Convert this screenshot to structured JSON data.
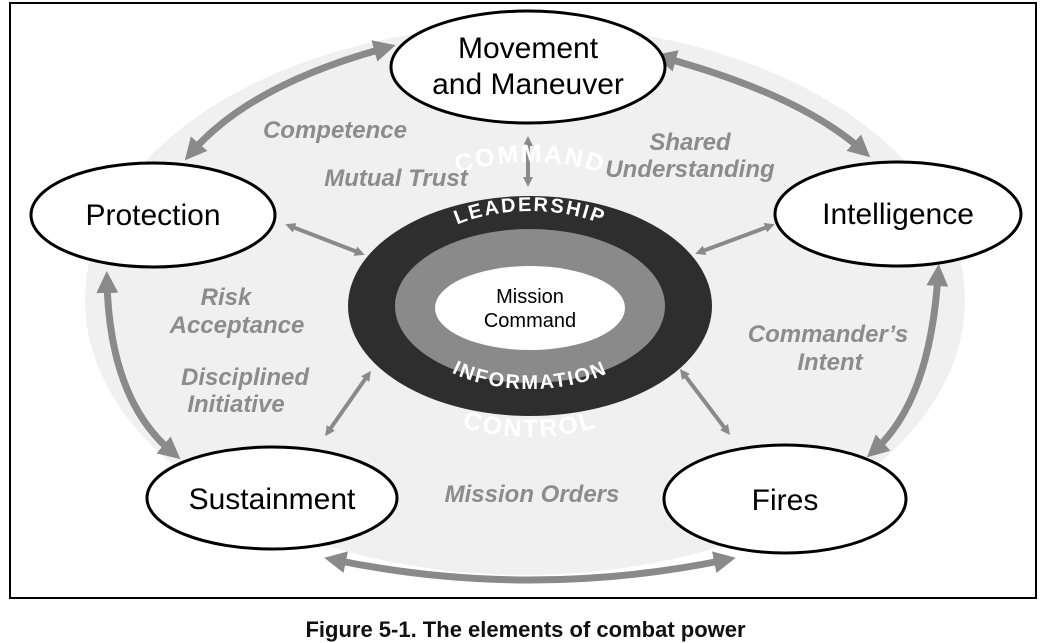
{
  "nodes": {
    "top_line1": "Movement",
    "top_line2": "and Maneuver",
    "left": "Protection",
    "right": "Intelligence",
    "bottom_left": "Sustainment",
    "bottom_right": "Fires"
  },
  "center": {
    "outer_top": "COMMAND",
    "outer_bottom": "CONTROL",
    "middle_top": "LEADERSHIP",
    "middle_bottom": "INFORMATION",
    "inner_line1": "Mission",
    "inner_line2": "Command"
  },
  "principles": {
    "competence": "Competence",
    "mutual_trust": "Mutual Trust",
    "shared_line1": "Shared",
    "shared_line2": "Understanding",
    "risk_line1": "Risk",
    "risk_line2": "Acceptance",
    "disciplined_line1": "Disciplined",
    "disciplined_line2": "Initiative",
    "intent_line1": "Commander’s",
    "intent_line2": "Intent",
    "mission_orders": "Mission Orders"
  },
  "caption": "Figure 5-1. The elements of combat power",
  "colors": {
    "background": "#f0f0f0",
    "arrow": "#8a8a8a",
    "label": "#8c8c8c",
    "outer_ring": "#2e2e2e",
    "middle_ring": "#8a8a8a"
  }
}
